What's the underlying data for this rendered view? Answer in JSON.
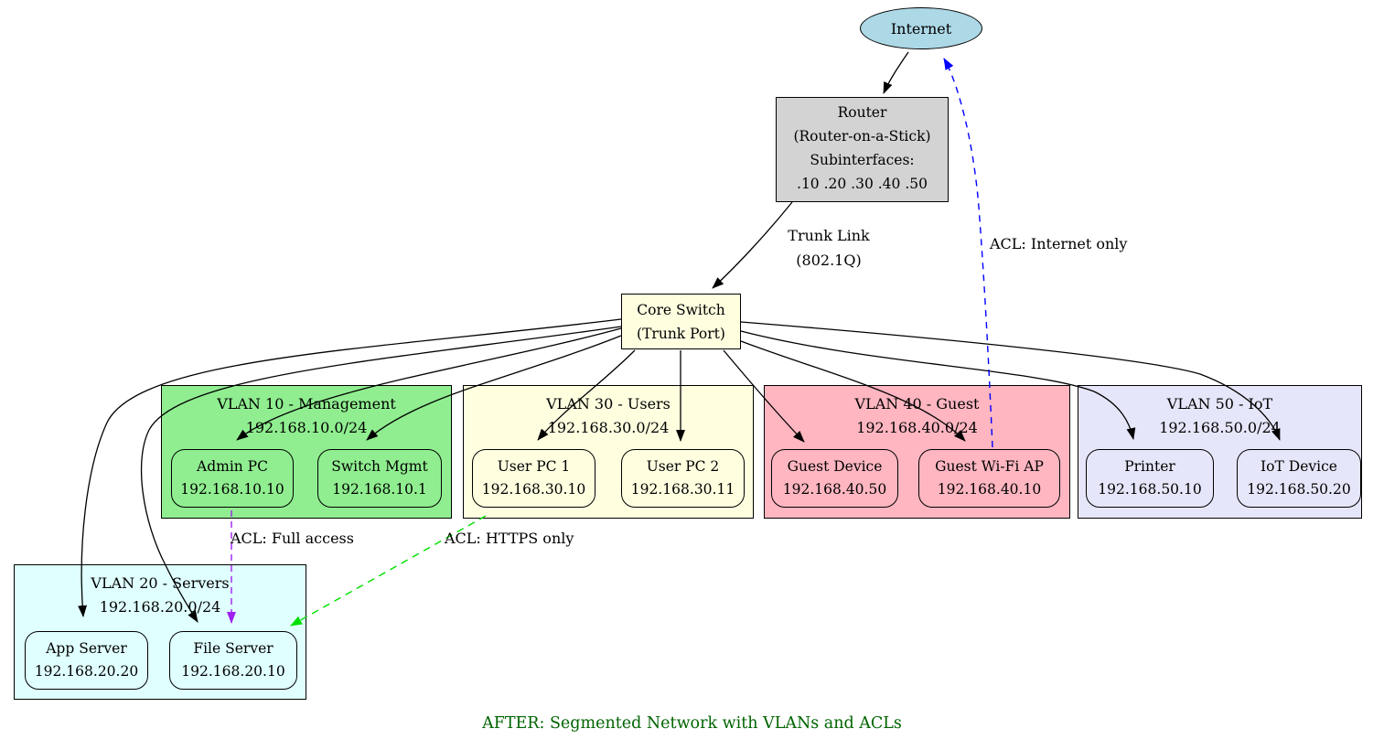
{
  "title": {
    "text": "AFTER: Segmented Network with VLANs and ACLs",
    "color": "#006400"
  },
  "nodes": {
    "internet": {
      "label": "Internet",
      "fill": "#ADD8E6"
    },
    "router": {
      "lines": [
        "Router",
        "(Router-on-a-Stick)",
        "Subinterfaces:",
        ".10 .20 .30 .40 .50"
      ],
      "fill": "#D3D3D3"
    },
    "core_switch": {
      "lines": [
        "Core Switch",
        "(Trunk Port)"
      ],
      "fill": "#FFFFE0"
    }
  },
  "vlans": {
    "vlan10": {
      "title": "VLAN 10 - Management",
      "subnet": "192.168.10.0/24",
      "color": "#90EE90",
      "devices": [
        {
          "name": "Admin PC",
          "ip": "192.168.10.10"
        },
        {
          "name": "Switch Mgmt",
          "ip": "192.168.10.1"
        }
      ]
    },
    "vlan20": {
      "title": "VLAN 20 - Servers",
      "subnet": "192.168.20.0/24",
      "color": "#E0FFFF",
      "devices": [
        {
          "name": "App Server",
          "ip": "192.168.20.20"
        },
        {
          "name": "File Server",
          "ip": "192.168.20.10"
        }
      ]
    },
    "vlan30": {
      "title": "VLAN 30 - Users",
      "subnet": "192.168.30.0/24",
      "color": "#FFFFE0",
      "devices": [
        {
          "name": "User PC 1",
          "ip": "192.168.30.10"
        },
        {
          "name": "User PC 2",
          "ip": "192.168.30.11"
        }
      ]
    },
    "vlan40": {
      "title": "VLAN 40 - Guest",
      "subnet": "192.168.40.0/24",
      "color": "#FFB6C1",
      "devices": [
        {
          "name": "Guest Device",
          "ip": "192.168.40.50"
        },
        {
          "name": "Guest Wi-Fi AP",
          "ip": "192.168.40.10"
        }
      ]
    },
    "vlan50": {
      "title": "VLAN 50 - IoT",
      "subnet": "192.168.50.0/24",
      "color": "#E6E6FA",
      "devices": [
        {
          "name": "Printer",
          "ip": "192.168.50.10"
        },
        {
          "name": "IoT Device",
          "ip": "192.168.50.20"
        }
      ]
    }
  },
  "edge_labels": {
    "trunk": [
      "Trunk Link",
      "(802.1Q)"
    ],
    "acl_internet": "ACL: Internet only",
    "acl_full": "ACL: Full access",
    "acl_https": "ACL: HTTPS only"
  },
  "edge_colors": {
    "default": "#000000",
    "acl_full_access": "#A020F0",
    "acl_https_only": "#00E000",
    "acl_internet_only": "#0000FF"
  }
}
